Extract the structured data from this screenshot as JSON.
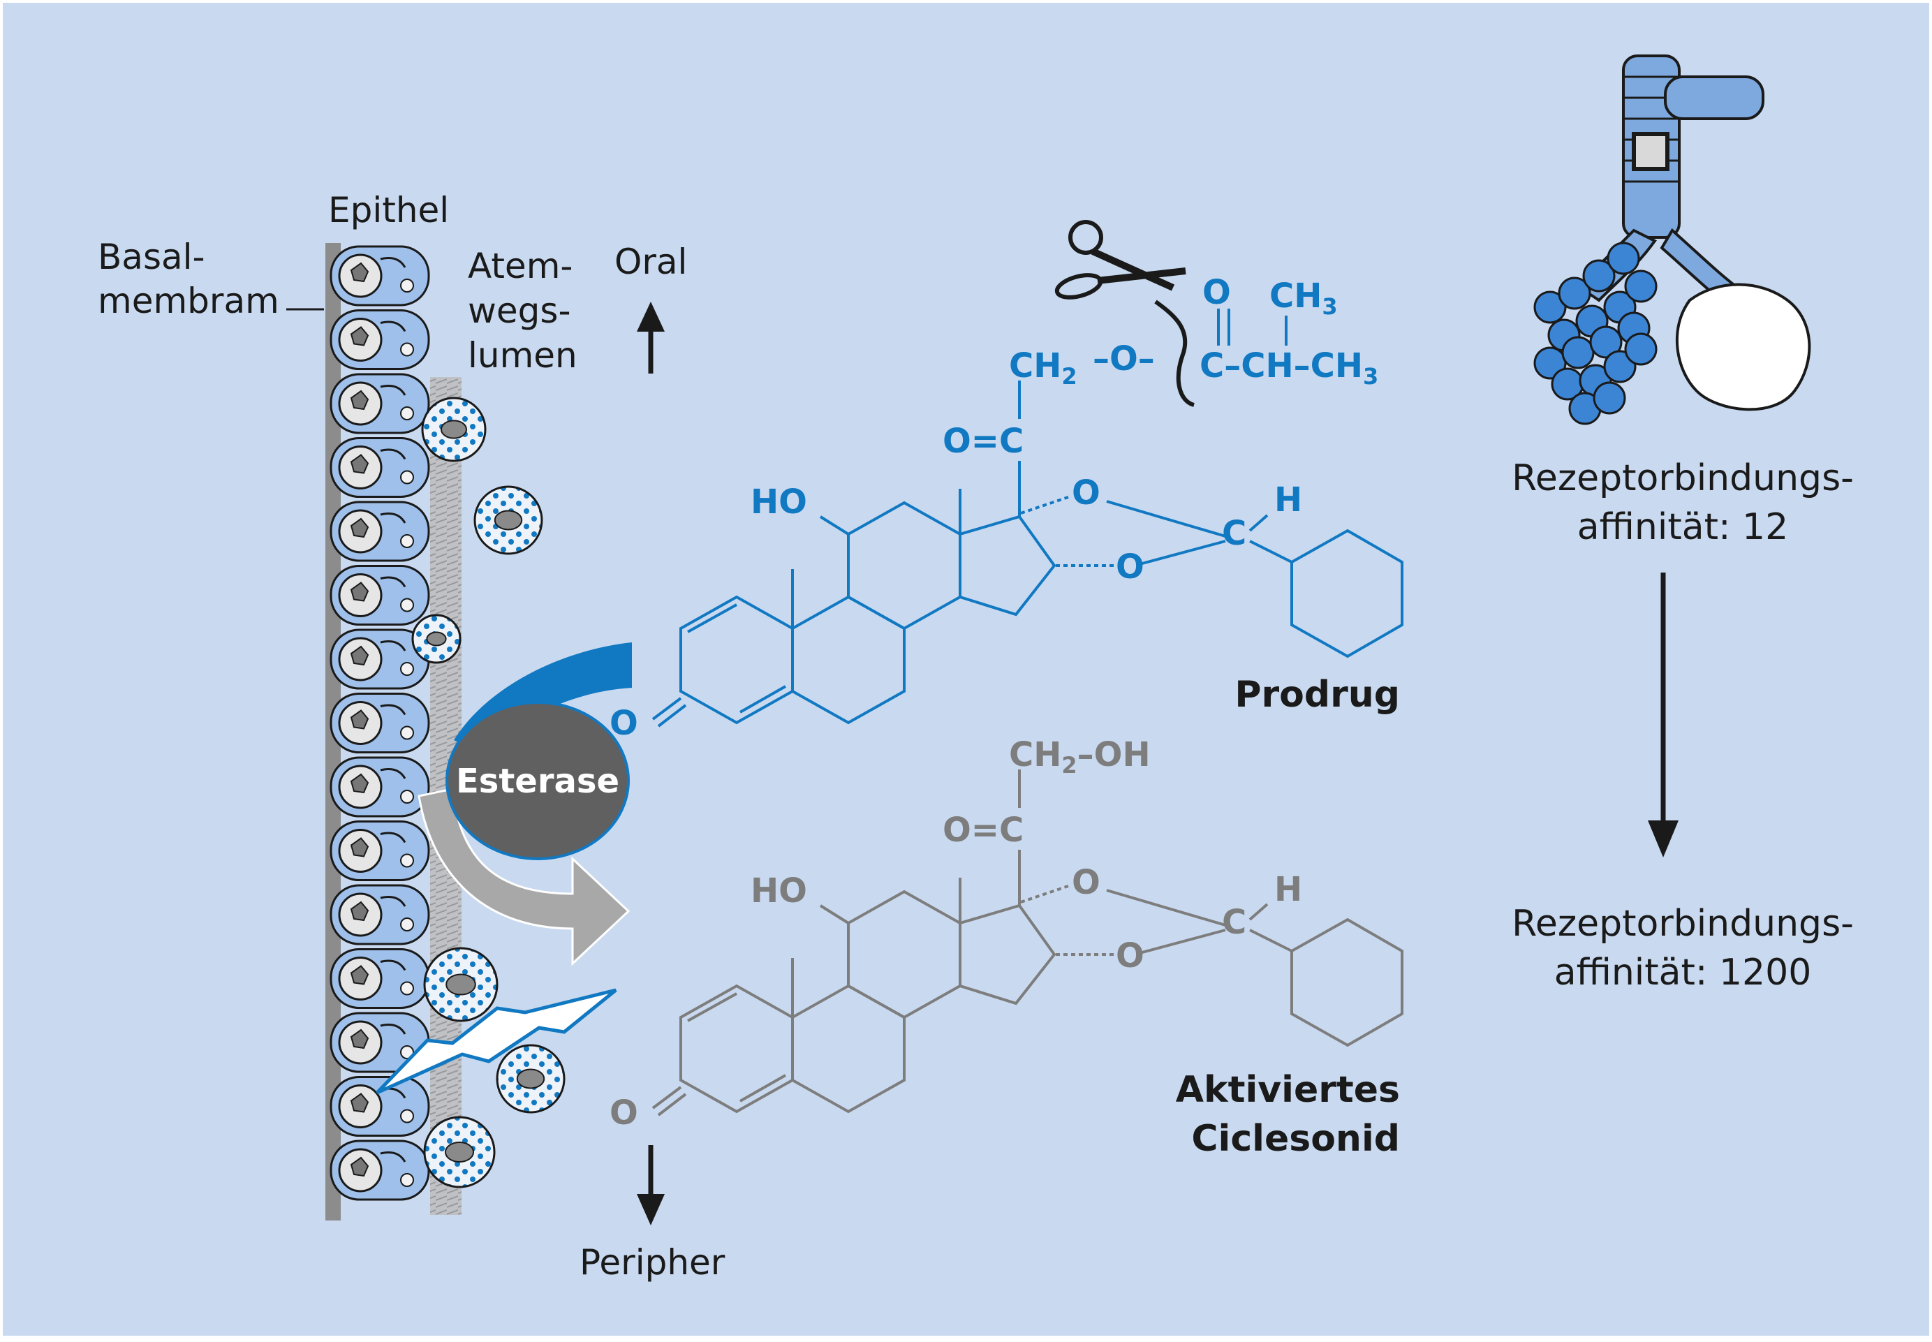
{
  "colors": {
    "background": "#c9daf0",
    "accent_blue": "#1178c2",
    "gray": "#7d7d7d",
    "cell_blue": "#9ec0ea",
    "dark_gray": "#5e5e5e",
    "black": "#1a1a1a"
  },
  "labels": {
    "epithel": "Epithel",
    "basal_line1": "Basal-",
    "basal_line2": "membram",
    "lumen_line1": "Atem-",
    "lumen_line2": "wegs-",
    "lumen_line3": "lumen",
    "oral": "Oral",
    "peripher": "Peripher",
    "esterase": "Esterase",
    "prodrug": "Prodrug",
    "active_line1": "Aktiviertes",
    "active_line2": "Ciclesonid",
    "affinity_label_line1": "Rezeptorbindungs-",
    "affinity_top_line2": "affinität: 12",
    "affinity_bottom_line2": "affinität: 1200"
  },
  "prodrug": {
    "ho": "HO",
    "keto_o": "O",
    "c20_label": "O=C",
    "ch2": "CH",
    "ch2_sub": "2",
    "dash_o": "–O–",
    "ester_c": "C–CH–CH",
    "ch3_sub": "3",
    "carbonyl_o": "O",
    "ch3_top": "CH",
    "o16": "O",
    "o17": "O",
    "acetal_c": "C",
    "acetal_h": "H"
  },
  "active": {
    "ho": "HO",
    "keto_o": "O",
    "c20_label": "O=C",
    "ch2": "CH",
    "ch2_sub": "2",
    "oh": "–OH",
    "o16": "O",
    "o17": "O",
    "acetal_c": "C",
    "acetal_h": "H"
  },
  "icons": [
    "scissors-icon",
    "lung-icon",
    "lightning-icon"
  ]
}
